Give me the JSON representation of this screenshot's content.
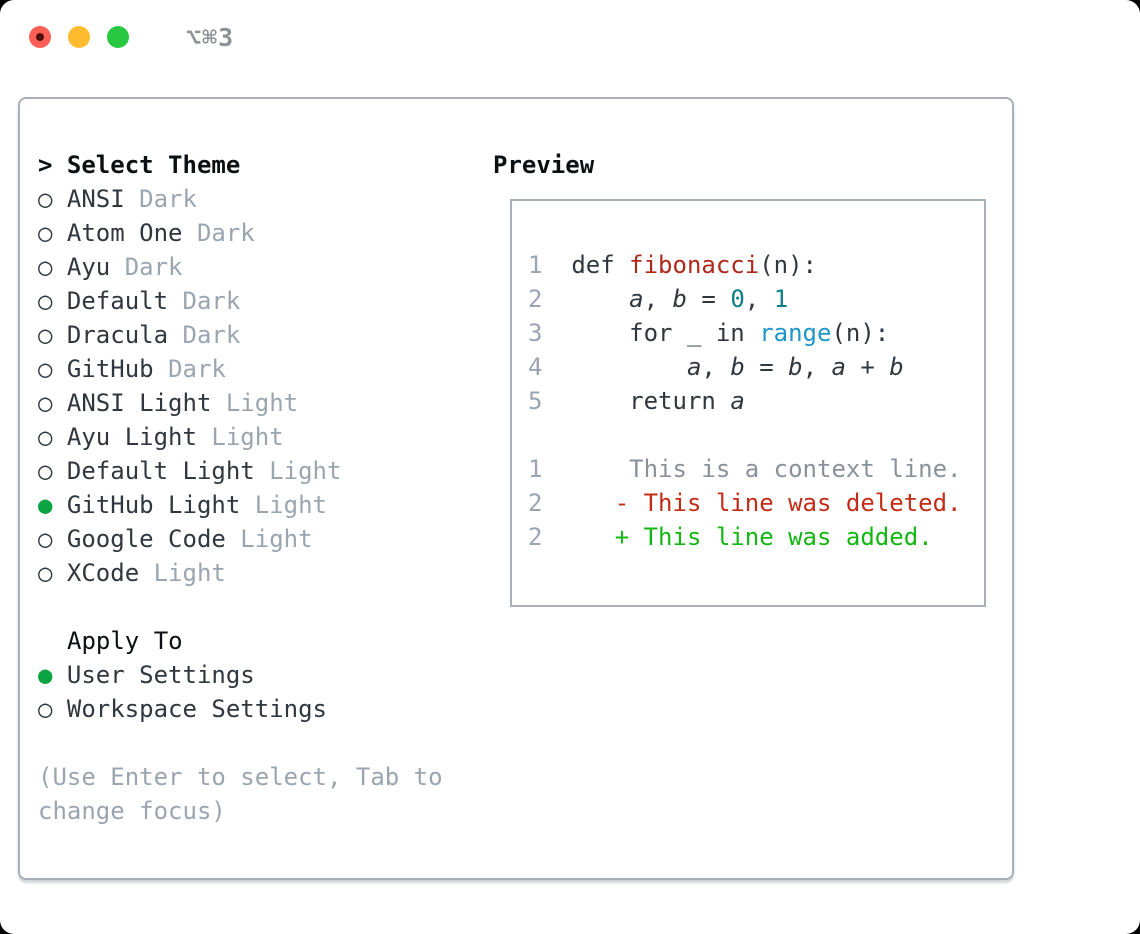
{
  "window": {
    "title": "⌥⌘3"
  },
  "colors": {
    "text": "#31373e",
    "heading": "#0d1013",
    "muted": "#9ba5b0",
    "linenum": "#9aa4b5",
    "context": "#8a9199",
    "border": "#a7afb9",
    "green": "#0ca443",
    "add": "#13b713",
    "del": "#c52c18",
    "func": "#b0271c",
    "numlit": "#0d7d87",
    "builtin": "#1e96c8",
    "title_gray": "#8e9297",
    "tl_red": "#ff5f57",
    "tl_red_dot": "#4f100b",
    "tl_yellow": "#febc2e",
    "tl_green": "#28c840"
  },
  "icons": {
    "prompt": ">",
    "radio_unselected": "○",
    "radio_selected": "●"
  },
  "left": {
    "select_heading": "Select Theme",
    "apply_heading": "Apply To",
    "hint": "(Use Enter to select, Tab to change focus)"
  },
  "themes": [
    {
      "name": "ANSI",
      "variant": "Dark",
      "selected": false
    },
    {
      "name": "Atom One",
      "variant": "Dark",
      "selected": false
    },
    {
      "name": "Ayu",
      "variant": "Dark",
      "selected": false
    },
    {
      "name": "Default",
      "variant": "Dark",
      "selected": false
    },
    {
      "name": "Dracula",
      "variant": "Dark",
      "selected": false
    },
    {
      "name": "GitHub",
      "variant": "Dark",
      "selected": false
    },
    {
      "name": "ANSI Light",
      "variant": "Light",
      "selected": false
    },
    {
      "name": "Ayu Light",
      "variant": "Light",
      "selected": false
    },
    {
      "name": "Default Light",
      "variant": "Light",
      "selected": false
    },
    {
      "name": "GitHub Light",
      "variant": "Light",
      "selected": true
    },
    {
      "name": "Google Code",
      "variant": "Light",
      "selected": false
    },
    {
      "name": "XCode",
      "variant": "Light",
      "selected": false
    }
  ],
  "apply_options": [
    {
      "label": "User Settings",
      "selected": true
    },
    {
      "label": "Workspace Settings",
      "selected": false
    }
  ],
  "preview": {
    "heading": "Preview",
    "lines": [
      {
        "segments": [
          {
            "t": "1  ",
            "s": "linenum"
          },
          {
            "t": "def ",
            "s": "plain"
          },
          {
            "t": "fibonacci",
            "s": "func"
          },
          {
            "t": "(n):",
            "s": "plain"
          }
        ]
      },
      {
        "segments": [
          {
            "t": "2  ",
            "s": "linenum"
          },
          {
            "t": "    ",
            "s": "plain"
          },
          {
            "t": "a",
            "s": "var"
          },
          {
            "t": ", ",
            "s": "plain"
          },
          {
            "t": "b",
            "s": "var"
          },
          {
            "t": " = ",
            "s": "plain"
          },
          {
            "t": "0",
            "s": "numlit"
          },
          {
            "t": ", ",
            "s": "plain"
          },
          {
            "t": "1",
            "s": "numlit"
          }
        ]
      },
      {
        "segments": [
          {
            "t": "3  ",
            "s": "linenum"
          },
          {
            "t": "    for _ in ",
            "s": "plain"
          },
          {
            "t": "range",
            "s": "builtin"
          },
          {
            "t": "(n):",
            "s": "plain"
          }
        ]
      },
      {
        "segments": [
          {
            "t": "4  ",
            "s": "linenum"
          },
          {
            "t": "        ",
            "s": "plain"
          },
          {
            "t": "a",
            "s": "var"
          },
          {
            "t": ", ",
            "s": "plain"
          },
          {
            "t": "b",
            "s": "var"
          },
          {
            "t": " = ",
            "s": "plain"
          },
          {
            "t": "b",
            "s": "var"
          },
          {
            "t": ", ",
            "s": "plain"
          },
          {
            "t": "a",
            "s": "var"
          },
          {
            "t": " + ",
            "s": "plain"
          },
          {
            "t": "b",
            "s": "var"
          }
        ]
      },
      {
        "segments": [
          {
            "t": "5  ",
            "s": "linenum"
          },
          {
            "t": "    return ",
            "s": "plain"
          },
          {
            "t": "a",
            "s": "var"
          }
        ]
      },
      {
        "segments": []
      },
      {
        "segments": [
          {
            "t": "1  ",
            "s": "linenum"
          },
          {
            "t": "    This is a context line.",
            "s": "context"
          }
        ]
      },
      {
        "segments": [
          {
            "t": "2  ",
            "s": "linenum"
          },
          {
            "t": "   - This line was deleted.",
            "s": "del"
          }
        ]
      },
      {
        "segments": [
          {
            "t": "2  ",
            "s": "linenum"
          },
          {
            "t": "   + This line was added.",
            "s": "add"
          }
        ]
      }
    ]
  }
}
